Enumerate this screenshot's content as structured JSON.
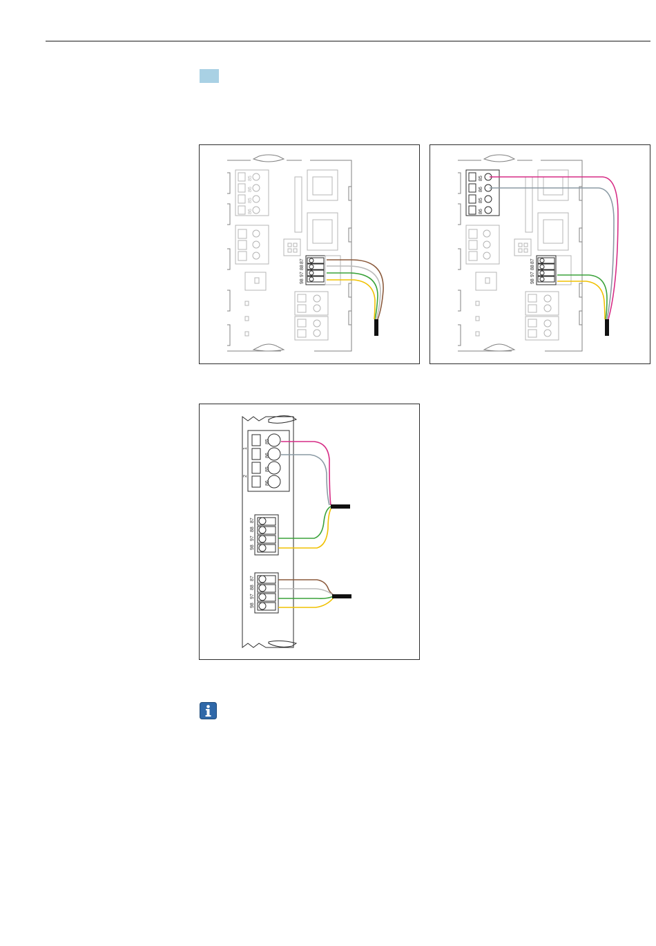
{
  "colors": {
    "marker": "#a9d1e4",
    "info_icon": "#2f68a8",
    "wire_magenta": "#d62b85",
    "wire_grey": "#8a9aa4",
    "wire_green": "#3aa23a",
    "wire_yellow": "#f0c000",
    "wire_brown": "#8b5a3c",
    "wire_white": "#bbbbbb",
    "device_line": "#7a7a7a",
    "faded_line": "#b4b4b4"
  },
  "icons": {
    "info": "info-icon"
  },
  "figure1": {
    "slot_a_labels": [
      "85",
      "86",
      "85",
      "86"
    ],
    "slot_b_labels": [
      "87",
      "88",
      "97",
      "98"
    ]
  },
  "figure2": {
    "slot_a_labels": [
      "85",
      "86",
      "85",
      "86"
    ],
    "slot_b_labels": [
      "87",
      "88",
      "97",
      "98"
    ]
  },
  "figure3": {
    "group_numbers": [
      "1",
      "2"
    ],
    "relay_labels": [
      "85",
      "86",
      "85",
      "86"
    ],
    "connector_top_labels": [
      "87",
      "88",
      "97",
      "98"
    ],
    "connector_bottom_labels": [
      "87",
      "88",
      "97",
      "98"
    ]
  }
}
